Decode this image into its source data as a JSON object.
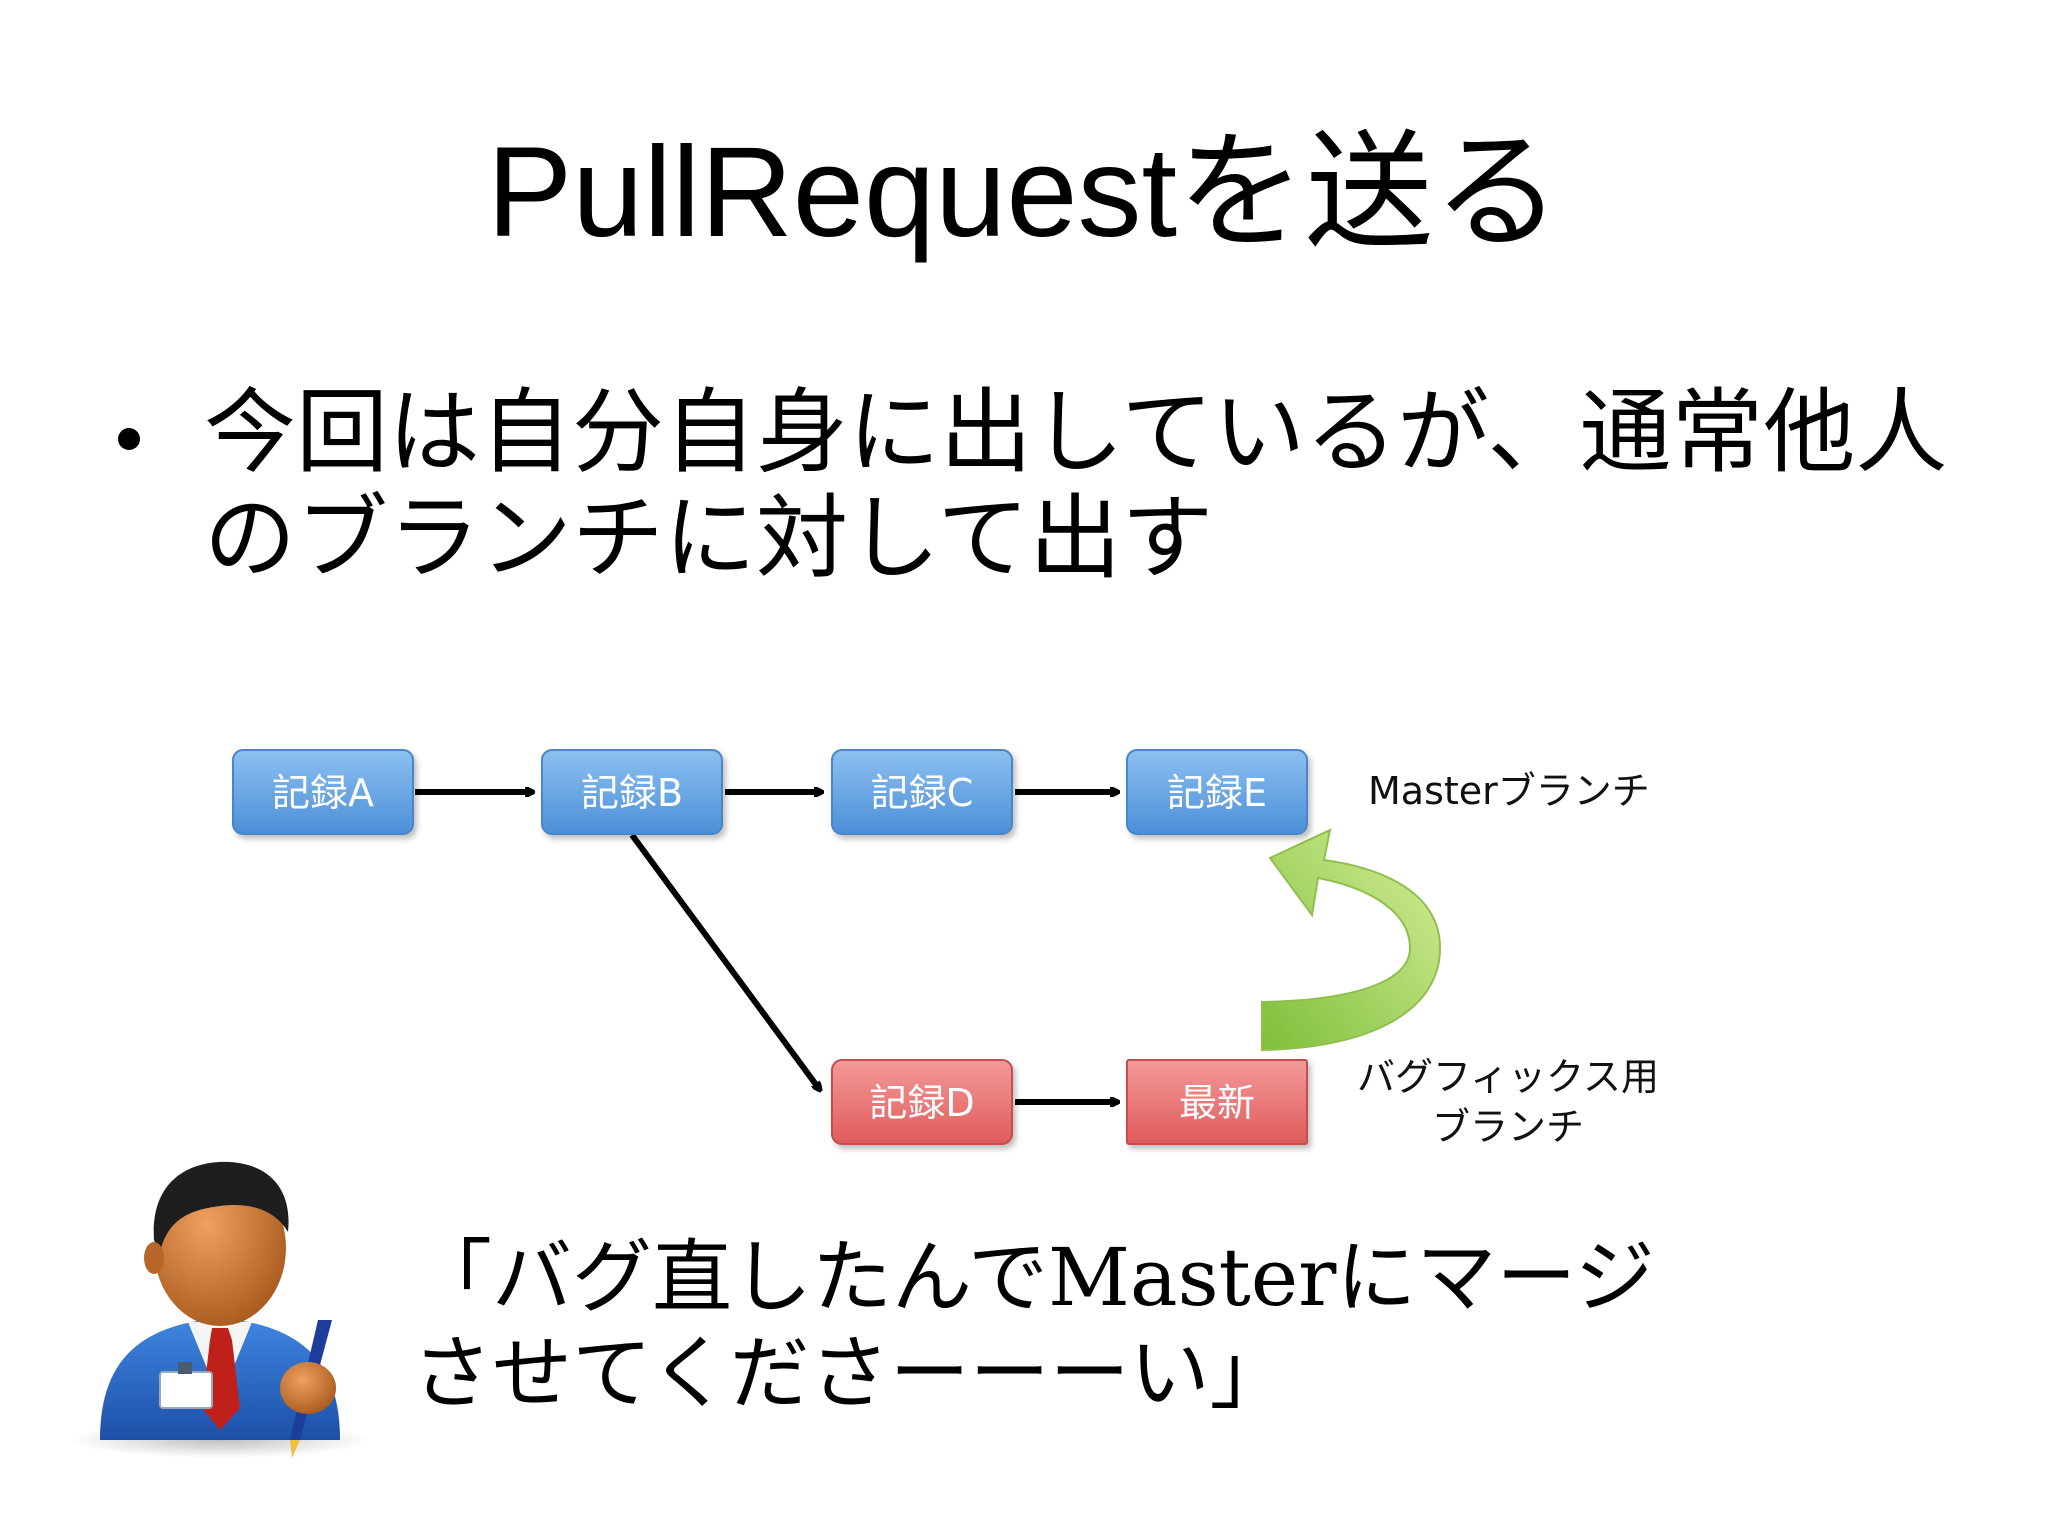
{
  "slide": {
    "title": "PullRequestを送る",
    "bullet": "今回は自分自身に出しているが、通常他人のブランチに対して出す",
    "quote_line1": "「バグ直したんでMasterにマージ",
    "quote_line2": "させてくださーーーい」"
  },
  "diagram": {
    "nodes": {
      "a": "記録A",
      "b": "記録B",
      "c": "記録C",
      "e": "記録E",
      "d": "記録D",
      "latest": "最新"
    },
    "labels": {
      "master": "Masterブランチ",
      "bugfix_line1": "バグフィックス用",
      "bugfix_line2": "ブランチ"
    }
  },
  "colors": {
    "blue_node": "#5f9fe0",
    "red_node": "#e76b6b",
    "green_arrow": "#94c94a"
  },
  "icons": {
    "avatar": "businessman-with-pen-icon"
  }
}
